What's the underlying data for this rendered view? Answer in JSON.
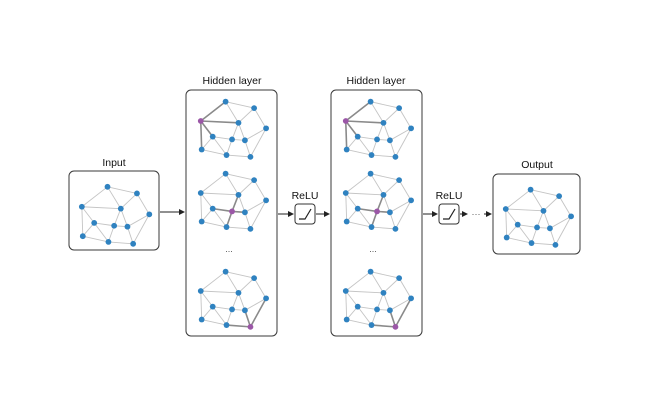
{
  "labels": {
    "input": "Input",
    "hidden1": "Hidden layer",
    "hidden2": "Hidden layer",
    "output": "Output",
    "relu1": "ReLU",
    "relu2": "ReLU",
    "ellipsis_between_graphs": "...",
    "ellipsis_after_relu": "···"
  },
  "colors": {
    "node": "#2f82c0",
    "highlight_node": "#9b57a7",
    "edge": "#c4c4c4",
    "highlight_edge": "#8a8a8a",
    "box_border": "#3a3a3a"
  },
  "icons": [
    "relu-activation-icon",
    "arrow-right-icon"
  ]
}
